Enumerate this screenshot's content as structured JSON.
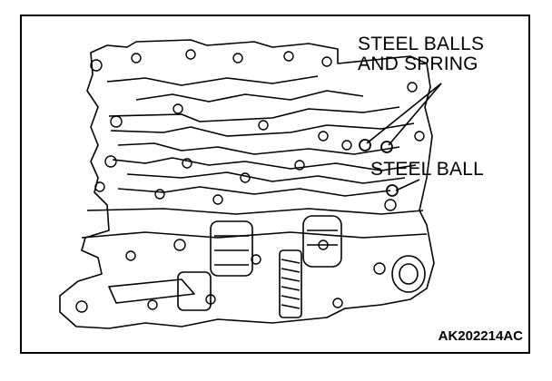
{
  "callouts": {
    "steel_balls_line1": "STEEL BALLS",
    "steel_balls_line2": "AND SPRING",
    "steel_ball": "STEEL BALL"
  },
  "figure_code": "AK202214AC",
  "colors": {
    "line": "#000000",
    "background": "#ffffff"
  }
}
